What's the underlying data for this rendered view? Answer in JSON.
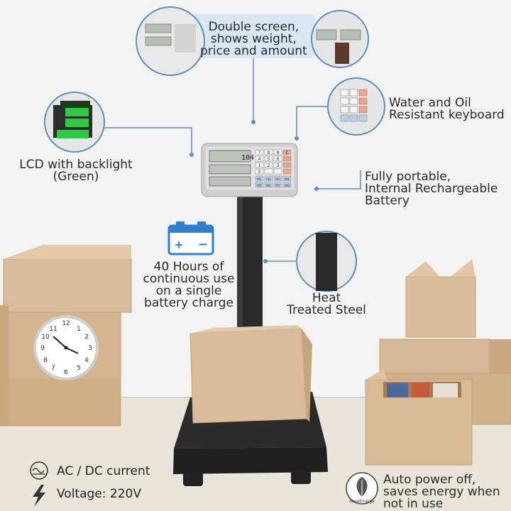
{
  "callouts": {
    "double_screen": [
      "Double screen,",
      "shows weight,",
      "price and amount"
    ],
    "keyboard": [
      "Water and Oil",
      "Resistant keyboard"
    ],
    "lcd": [
      "LCD with backlight",
      "(Green)"
    ],
    "portable": [
      "Fully portable,",
      "Internal Rechargeable",
      "Battery"
    ],
    "battery_hours": [
      "40 Hours of",
      "continuous use",
      "on a single",
      "battery charge"
    ],
    "steel": [
      "Heat",
      "Treated Steel"
    ],
    "ac_dc": "AC / DC current",
    "voltage": "Voltage: 220V",
    "auto_power": [
      "Auto power off,",
      "saves energy when",
      "not in use"
    ]
  },
  "display": {
    "reading": "104",
    "keys": [
      "7",
      "8",
      "9",
      "C",
      "4",
      "5",
      "6",
      "",
      "1",
      "2",
      "3",
      "",
      "0",
      ".",
      "",
      ""
    ],
    "mem_keys": [
      "M1",
      "M2",
      "M3",
      "M4",
      "M5",
      "M6",
      "M7",
      "M8"
    ]
  },
  "save_energy_badge": "SaveEnergy",
  "colors": {
    "wall": "#f2f2f2",
    "floor": "#ece6dc",
    "callout_line": "#5a8fc0",
    "callout_bg": "#d9e7f5",
    "box": "#d6b896",
    "box_dark": "#b8966f",
    "steel": "#2c2c2c",
    "lcd_green": "#2ecc40",
    "battery_blue": "#2d7fd0"
  }
}
